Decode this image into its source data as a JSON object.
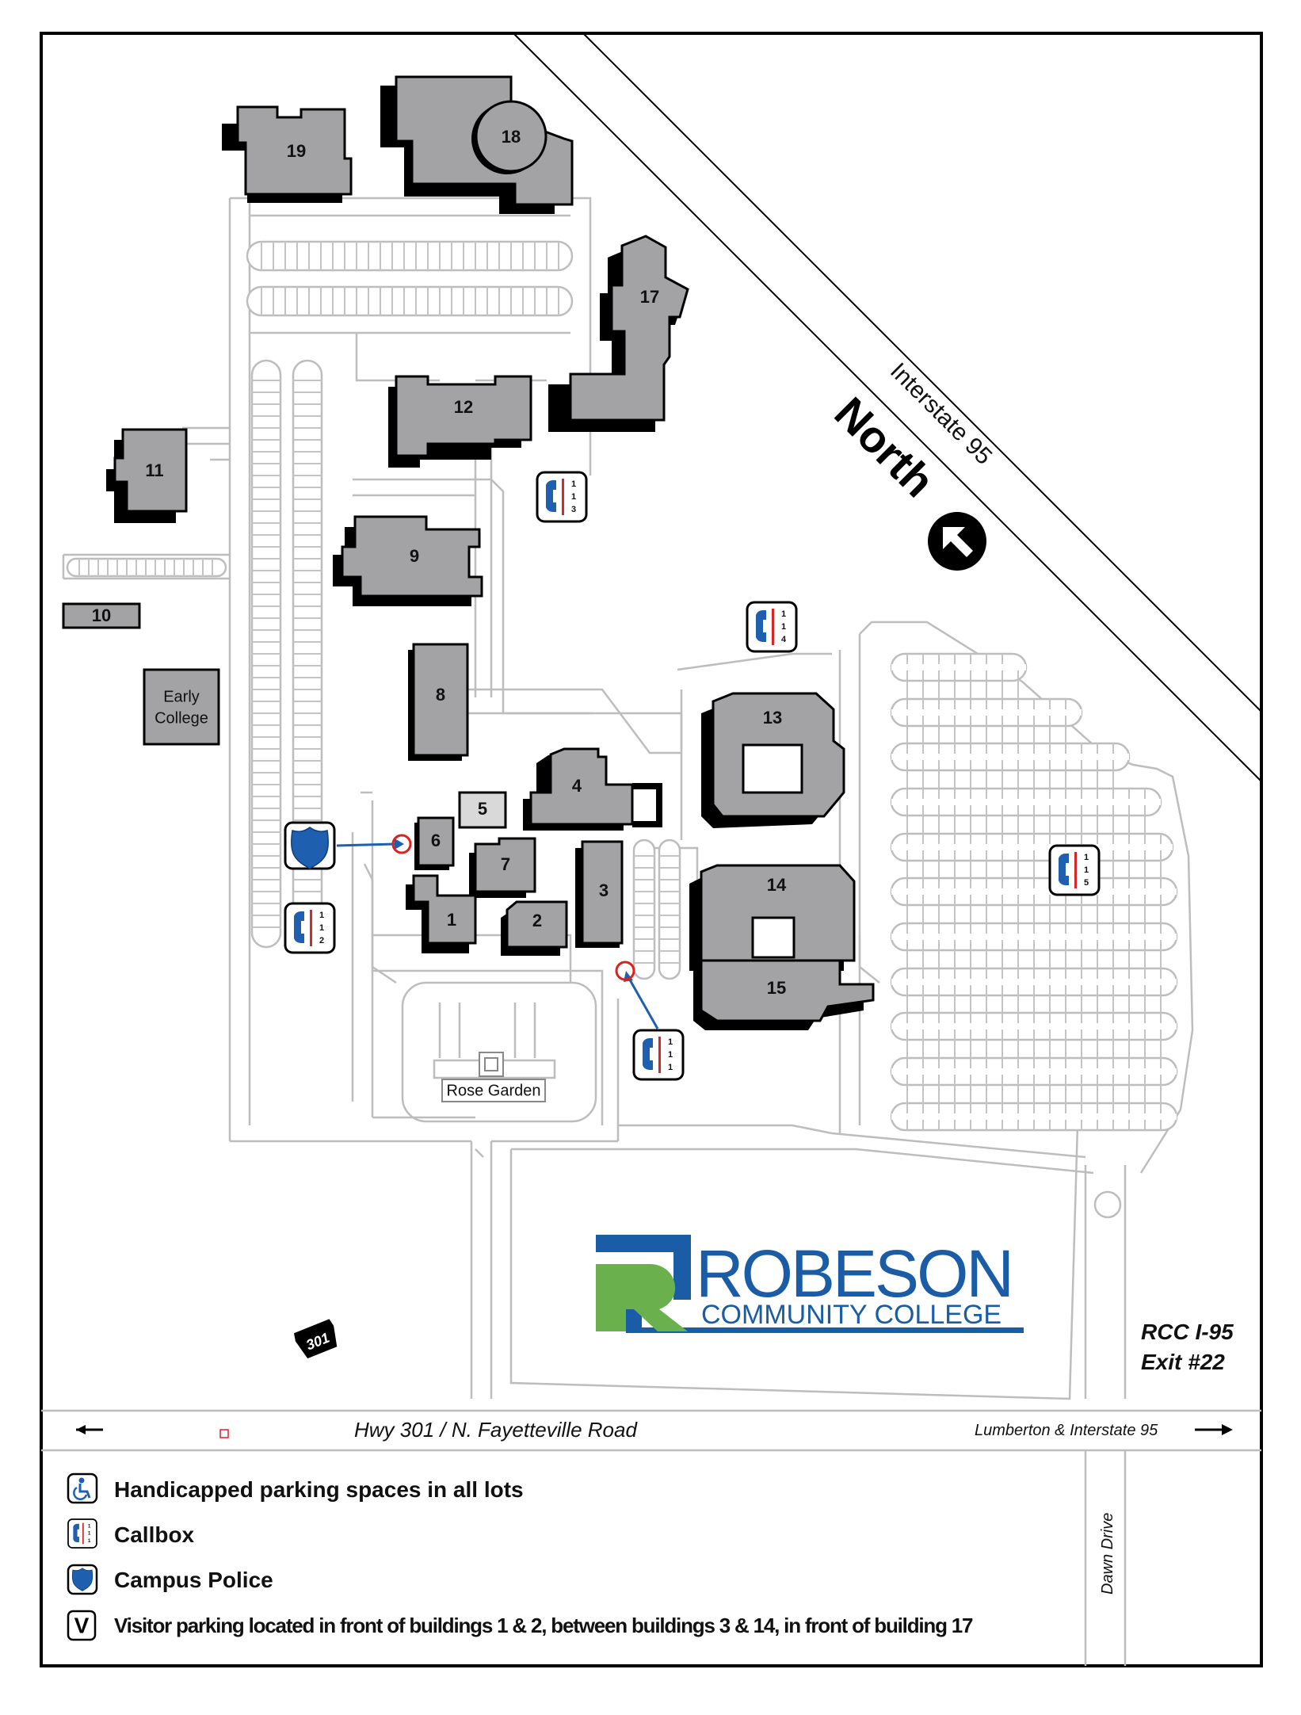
{
  "map": {
    "highway_label": "Hwy 301 / N. Fayetteville Road",
    "east_destination": "Lumberton & Interstate 95",
    "interstate_label": "Interstate 95",
    "north_label": "North",
    "side_street_label": "Dawn Drive",
    "exit_line1": "RCC I-95",
    "exit_line2": "Exit #22",
    "route_shield": "301",
    "rose_garden_label": "Rose Garden",
    "early_college_line1": "Early",
    "early_college_line2": "College"
  },
  "buildings": [
    {
      "id": "b1",
      "label": "1"
    },
    {
      "id": "b2",
      "label": "2"
    },
    {
      "id": "b3",
      "label": "3"
    },
    {
      "id": "b4",
      "label": "4"
    },
    {
      "id": "b5",
      "label": "5"
    },
    {
      "id": "b6",
      "label": "6"
    },
    {
      "id": "b7",
      "label": "7"
    },
    {
      "id": "b8",
      "label": "8"
    },
    {
      "id": "b9",
      "label": "9"
    },
    {
      "id": "b10",
      "label": "10"
    },
    {
      "id": "b11",
      "label": "11"
    },
    {
      "id": "b12",
      "label": "12"
    },
    {
      "id": "b13",
      "label": "13"
    },
    {
      "id": "b14",
      "label": "14"
    },
    {
      "id": "b15",
      "label": "15"
    },
    {
      "id": "b17",
      "label": "17"
    },
    {
      "id": "b18",
      "label": "18"
    },
    {
      "id": "b19",
      "label": "19"
    }
  ],
  "callboxes": [
    {
      "number": "111",
      "d1": "1",
      "d2": "1",
      "d3": "1"
    },
    {
      "number": "112",
      "d1": "1",
      "d2": "1",
      "d3": "2"
    },
    {
      "number": "113",
      "d1": "1",
      "d2": "1",
      "d3": "3"
    },
    {
      "number": "114",
      "d1": "1",
      "d2": "1",
      "d3": "4"
    },
    {
      "number": "115",
      "d1": "1",
      "d2": "1",
      "d3": "5"
    }
  ],
  "logo": {
    "name": "ROBESON",
    "subtitle": "COMMUNITY COLLEGE"
  },
  "legend": {
    "handicapped": "Handicapped parking spaces in all lots",
    "callbox": "Callbox",
    "police": "Campus Police",
    "visitor_symbol": "V",
    "visitor": "Visitor parking located in front of buildings 1 & 2, between buildings 3 & 14, in front of building 17"
  },
  "colors": {
    "building_fill": "#a3a3a5",
    "road_line": "#bdbdbd",
    "police_blue": "#1f5fb0",
    "logo_blue": "#1a5da6",
    "logo_green": "#6ab04c",
    "callbox_red": "#d62828",
    "marker_red": "#e02020"
  },
  "icons": {
    "handicapped": "wheelchair-icon",
    "callbox": "phone-icon",
    "police": "police-badge-icon",
    "north": "north-arrow-icon"
  }
}
